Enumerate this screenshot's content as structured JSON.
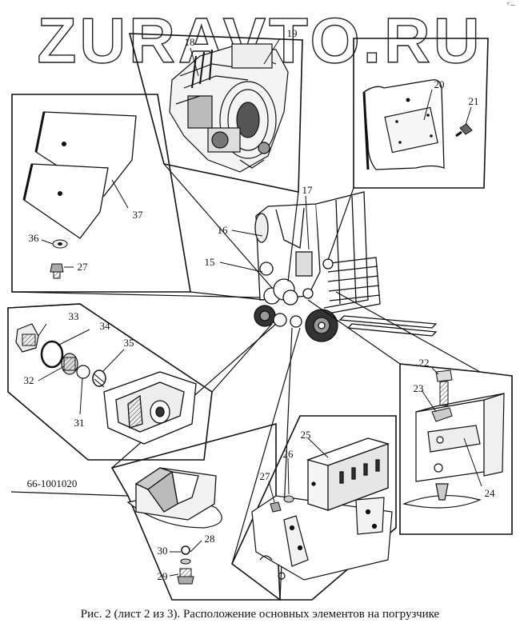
{
  "watermark": "ZURAVTO.RU",
  "corner_mark": "°−",
  "caption": "Рис. 2 (лист 2 из 3). Расположение основных элементов на погрузчике",
  "part_number": "66-1001020",
  "callouts": {
    "c15": "15",
    "c16": "16",
    "c17": "17",
    "c18": "18",
    "c19": "19",
    "c20": "20",
    "c21": "21",
    "c22": "22",
    "c23": "23",
    "c24": "24",
    "c25": "25",
    "c26": "26",
    "c27a": "27",
    "c27b": "27",
    "c28": "28",
    "c29": "29",
    "c30": "30",
    "c31": "31",
    "c32": "32",
    "c33": "33",
    "c34": "34",
    "c35": "35",
    "c36": "36",
    "c37": "37"
  }
}
